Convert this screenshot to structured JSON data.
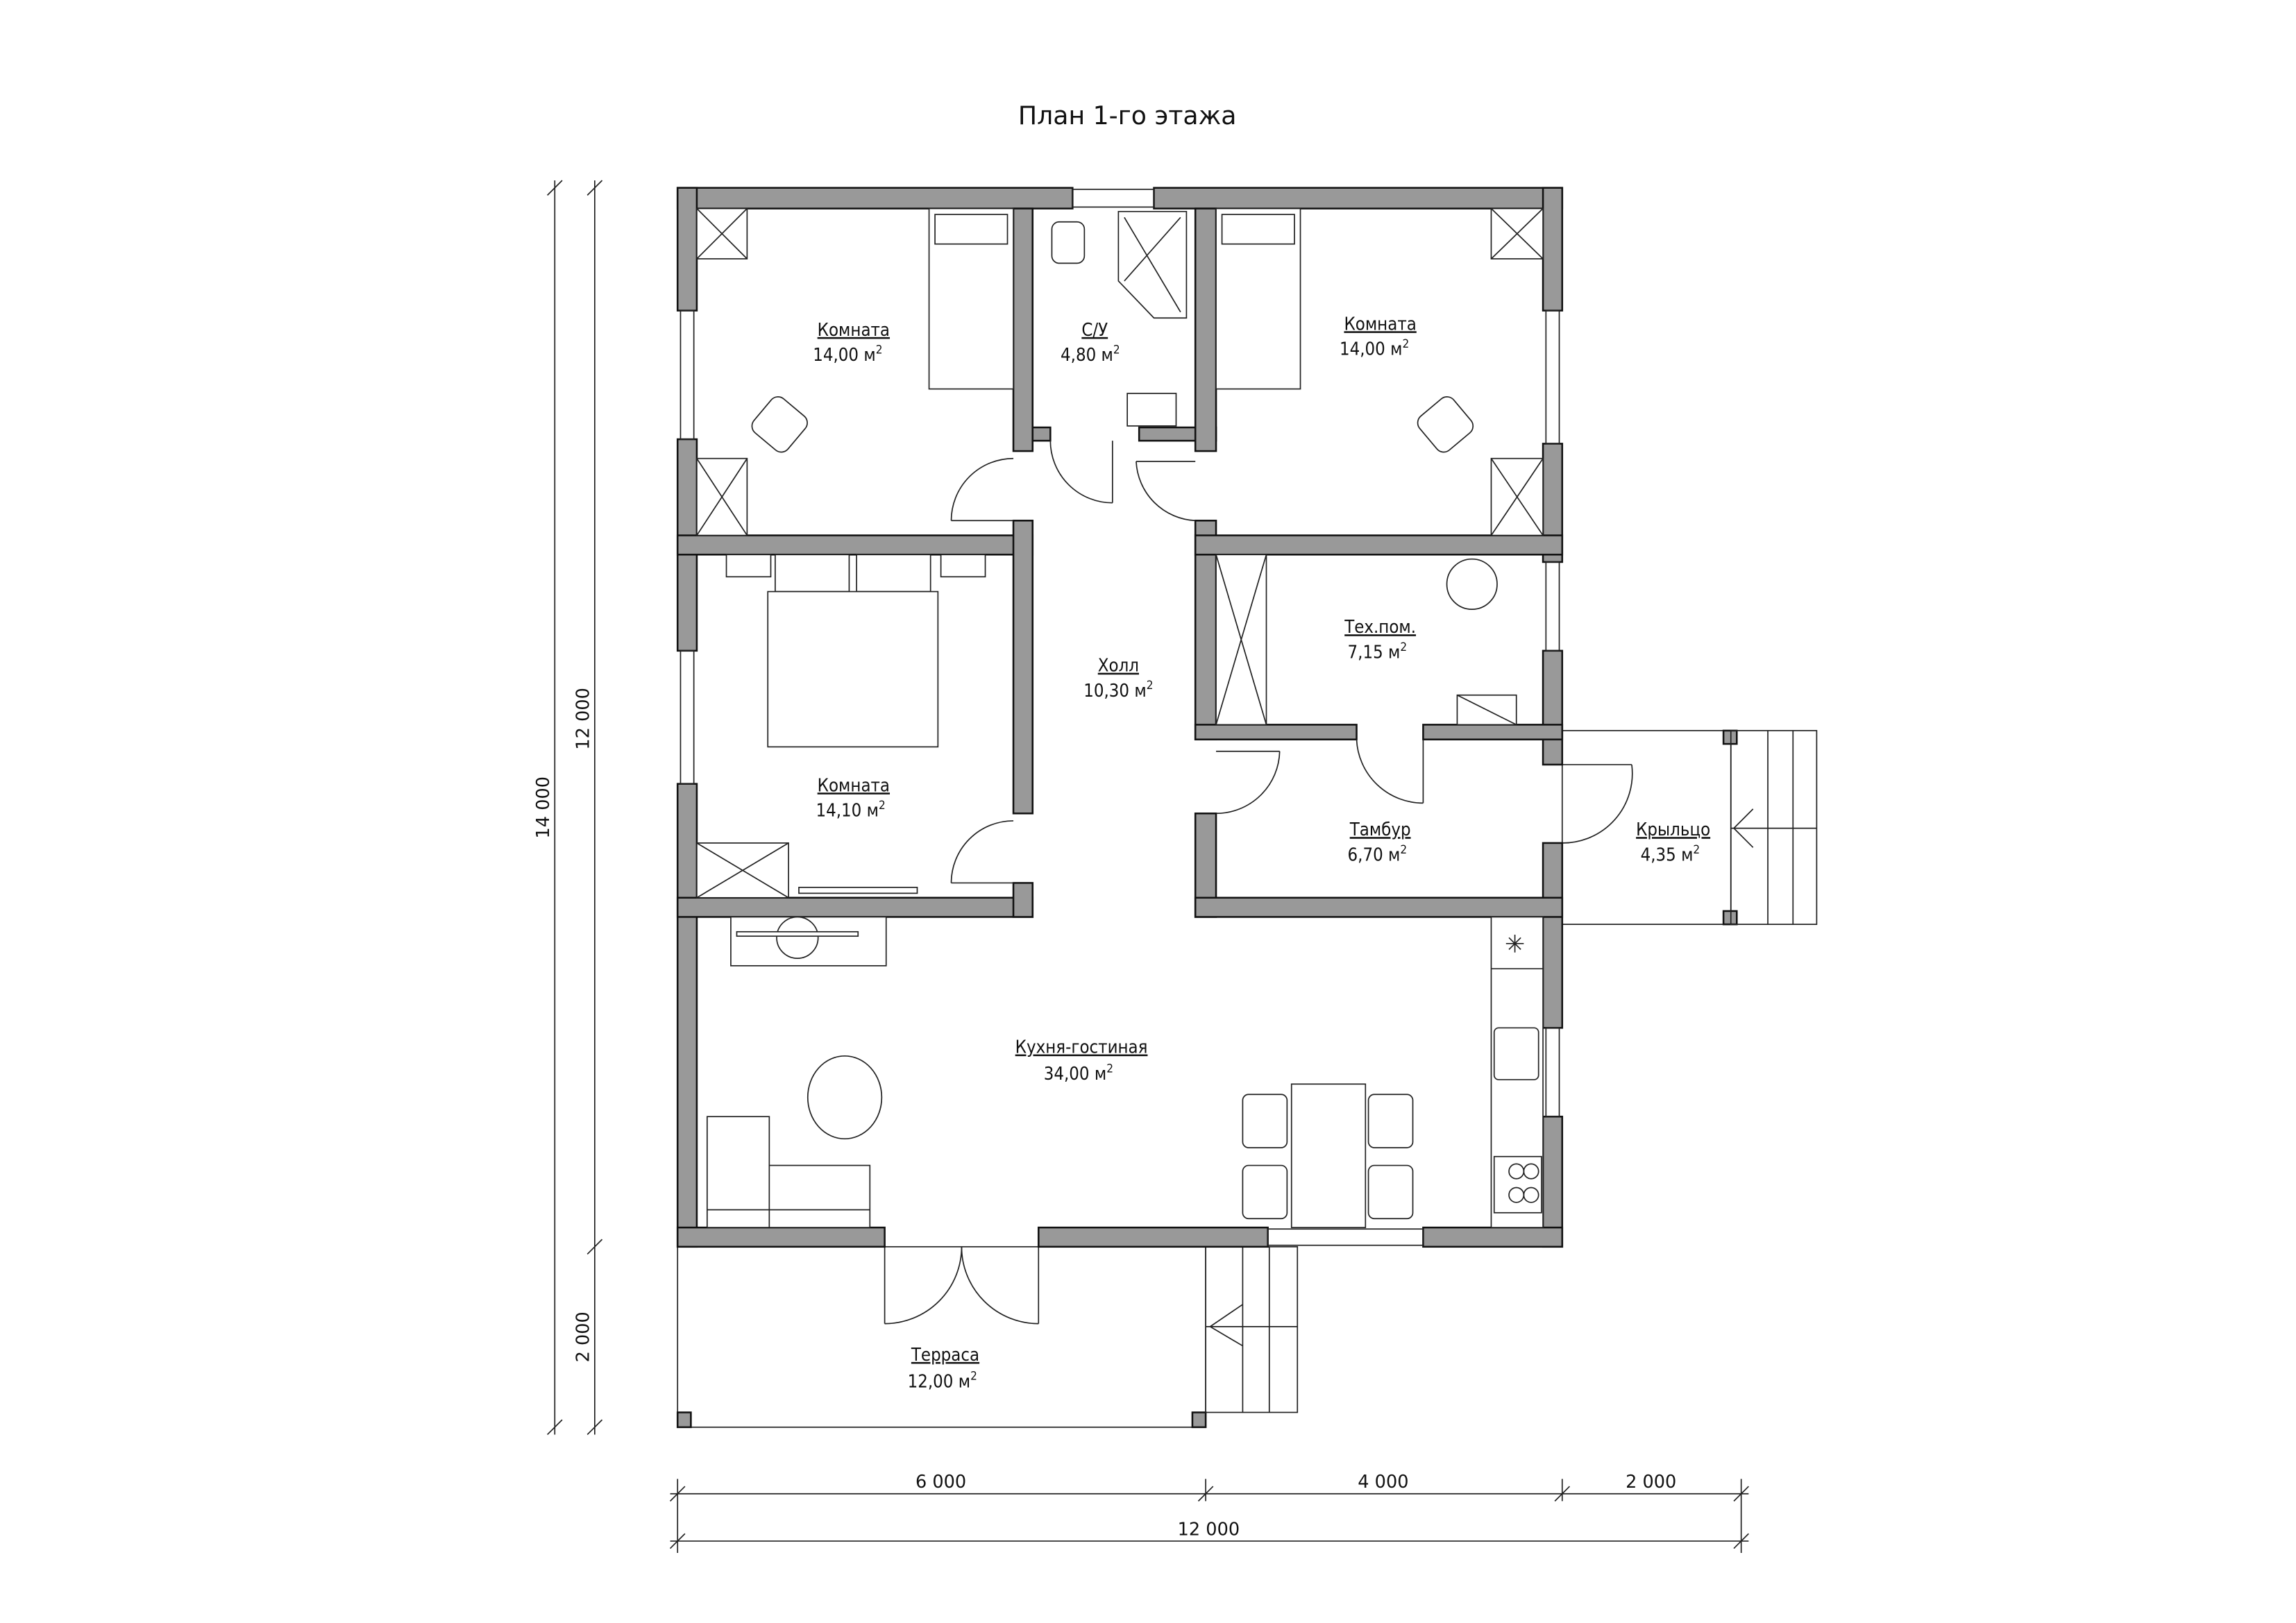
{
  "title": "План 1-го этажа",
  "unit": "м",
  "rooms": [
    {
      "name": "Комната",
      "area": "14,00"
    },
    {
      "name": "С/У",
      "area": "4,80"
    },
    {
      "name": "Комната",
      "area": "14,00"
    },
    {
      "name": "Холл",
      "area": "10,30"
    },
    {
      "name": "Тех.пом.",
      "area": "7,15"
    },
    {
      "name": "Комната",
      "area": "14,10"
    },
    {
      "name": "Тамбур",
      "area": "6,70"
    },
    {
      "name": "Крыльцо",
      "area": "4,35"
    },
    {
      "name": "Кухня-гостиная",
      "area": "34,00"
    },
    {
      "name": "Терраса",
      "area": "12,00"
    }
  ],
  "dimensions": {
    "total_height": "14 000",
    "house_height": "12 000",
    "terrace_depth": "2 000",
    "left_span": "6 000",
    "middle_span": "4 000",
    "porch_span": "2 000",
    "total_width": "12 000"
  }
}
